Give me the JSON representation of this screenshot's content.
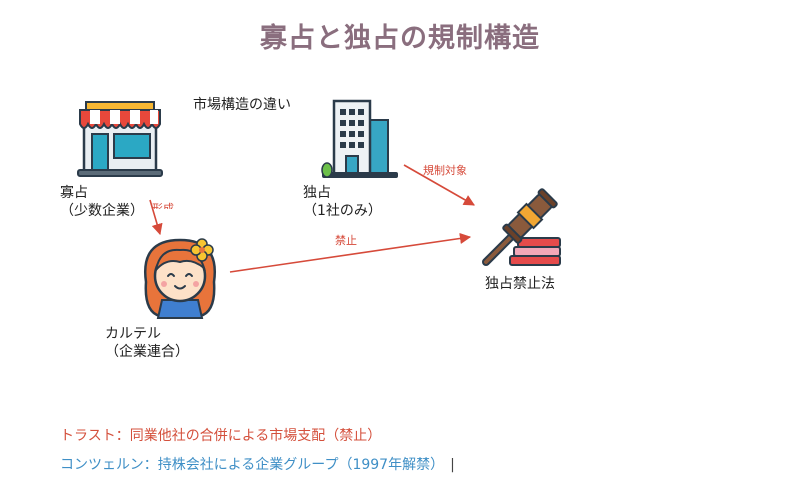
{
  "title": "寡占と独占の規制構造",
  "heading": "市場構造の違い",
  "nodes": {
    "oligopoly": {
      "line1": "寡占",
      "line2": "（少数企業）",
      "icon": "storefront-icon"
    },
    "monopoly": {
      "line1": "独占",
      "line2": "（1社のみ）",
      "icon": "office-building-icon"
    },
    "cartel": {
      "line1": "カルテル",
      "line2": "（企業連合）",
      "icon": "girl-face-icon"
    },
    "antimonopoly_law": {
      "line1": "独占禁止法",
      "icon": "gavel-books-icon"
    }
  },
  "edges": {
    "regulation_target": "規制対象",
    "formation": "形成",
    "prohibition": "禁止"
  },
  "notes": {
    "trust": "トラスト：同業他社の合併による市場支配（禁止）",
    "konzern": "コンツェルン：持株会社による企業グループ（1997年解禁）",
    "cursor": "|"
  },
  "colors": {
    "title": "#8a6e7e",
    "arrow": "#d64a3a",
    "trust": "#d4503c",
    "konzern": "#3f8fc6"
  }
}
